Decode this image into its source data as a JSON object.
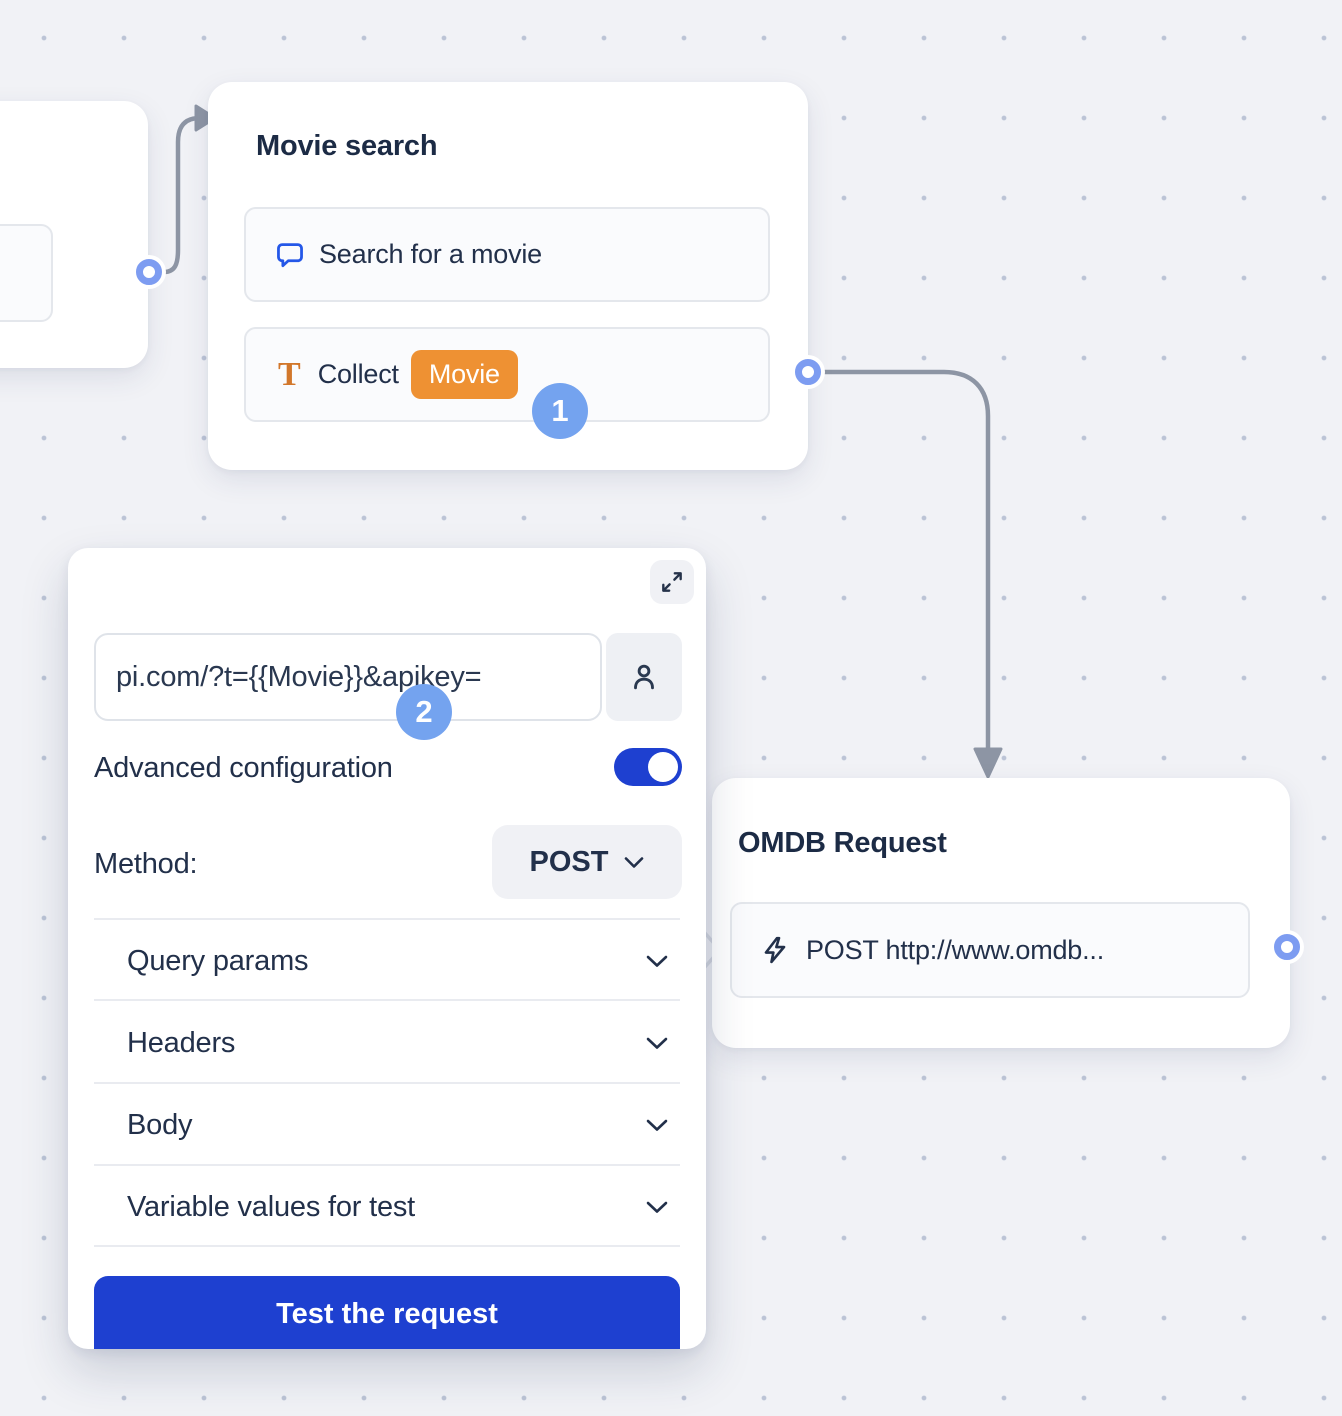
{
  "movie_search_node": {
    "title": "Movie search",
    "items": [
      {
        "icon": "chat-bubble-icon",
        "label": "Search for a movie"
      },
      {
        "icon": "text-collect-icon",
        "label": "Collect",
        "variable_tag": "Movie"
      }
    ],
    "step_badge": "1",
    "t_glyph": "T"
  },
  "webhook_panel": {
    "step_badge": "2",
    "url_value": "pi.com/?t={{Movie}}&apikey=",
    "advanced_configuration_label": "Advanced configuration",
    "advanced_configuration_enabled": true,
    "method_label": "Method:",
    "method_value": "POST",
    "sections": [
      {
        "label": "Query params"
      },
      {
        "label": "Headers"
      },
      {
        "label": "Body"
      },
      {
        "label": "Variable values for test"
      }
    ],
    "test_button_label": "Test the request"
  },
  "omdb_node": {
    "title": "OMDB Request",
    "items": [
      {
        "icon": "lightning-icon",
        "label": "POST http://www.omdb..."
      }
    ]
  },
  "colors": {
    "canvas_background": "#f1f2f6",
    "grid_dot": "#bcc4d6",
    "connector_gray": "#8d95a4",
    "port_blue": "#7d9cf1",
    "action_blue": "#1e40d0",
    "step_badge_blue": "#74a3ef",
    "variable_orange": "#ee9133",
    "collect_t_orange": "#d2772b",
    "chat_icon_blue": "#2457e8",
    "text_navy": "#22304a"
  }
}
